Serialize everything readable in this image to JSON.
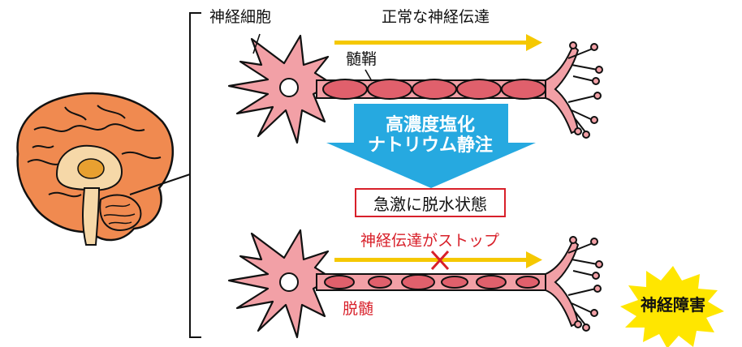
{
  "labels": {
    "neuron": "神経細胞",
    "normal_transmission": "正常な神経伝達",
    "myelin": "髄鞘",
    "treatment_line1": "高濃度塩化",
    "treatment_line2": "ナトリウム静注",
    "dehydration": "急激に脱水状態",
    "transmission_stop": "神経伝達がストップ",
    "demyelination": "脱髄",
    "neurological_disorder": "神経障害"
  },
  "colors": {
    "neuron_fill": "#f2a0a6",
    "myelin_fill": "#e0606c",
    "arrow_yellow": "#f5c800",
    "arrow_blue": "#26a9e0",
    "burst_yellow": "#ffe600",
    "red": "#d8202a",
    "brain_orange": "#f08a50"
  },
  "icons": [
    "brain-illustration",
    "neuron-illustration",
    "down-arrow",
    "stop-cross-icon",
    "starburst-icon"
  ]
}
